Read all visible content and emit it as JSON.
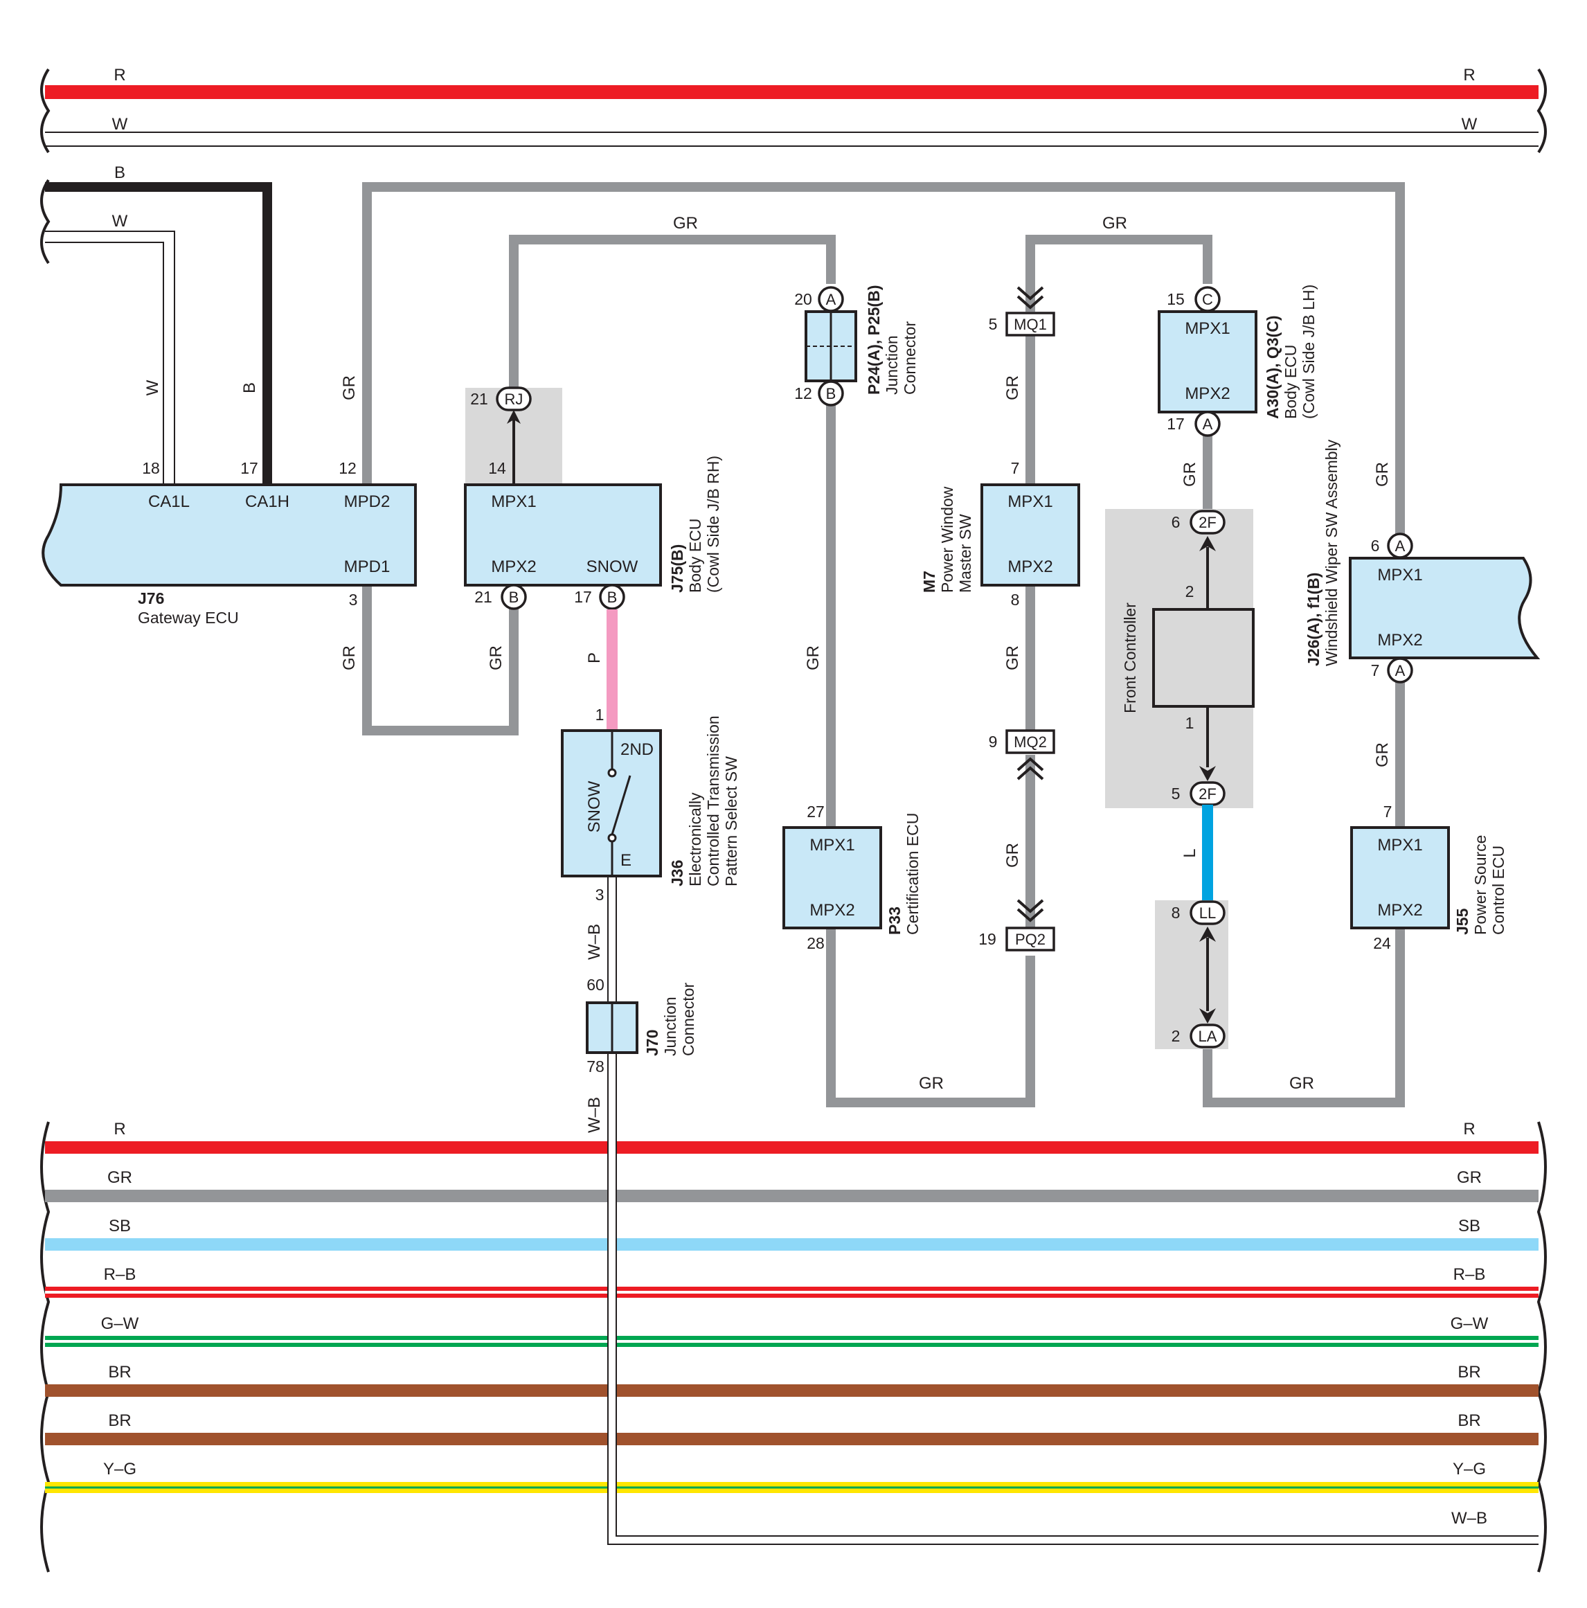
{
  "colors": {
    "R": "#ed1c24",
    "W": "#ffffff",
    "B": "#231f20",
    "GR": "#939598",
    "P": "#f49ac1",
    "L": "#00a3e0",
    "SB": "#8ed8f8",
    "R-B_red": "#ed1c24",
    "G-W_green": "#00a651",
    "BR": "#a0522d",
    "Y-G_yellow": "#ffe600",
    "ecu_fill": "#c9e8f7",
    "shade": "#d9d9d9"
  },
  "wires": {
    "top_R": "R",
    "top_W": "W",
    "branch_B": "B",
    "branch_W": "W",
    "gr_labels": [
      "GR",
      "GR",
      "GR",
      "GR",
      "GR",
      "GR",
      "GR",
      "GR",
      "GR",
      "GR",
      "GR",
      "GR",
      "GR",
      "GR"
    ],
    "vert_W": "W",
    "vert_B": "B",
    "P": "P",
    "L": "L",
    "WB1": "W–B",
    "WB2": "W–B"
  },
  "bus": {
    "R": "R",
    "GR": "GR",
    "SB": "SB",
    "RB": "R–B",
    "GW": "G–W",
    "BR1": "BR",
    "BR2": "BR",
    "YG": "Y–G",
    "WB": "W–B"
  },
  "gateway": {
    "code": "J76",
    "name": "Gateway ECU",
    "terminals": [
      "CA1L",
      "CA1H",
      "MPD2",
      "MPD1"
    ],
    "pins": [
      "18",
      "17",
      "12",
      "3"
    ]
  },
  "body_ecu_rh": {
    "code": "J75(B)",
    "name1": "Body ECU",
    "name2": "(Cowl Side J/B RH)",
    "terminals": [
      "MPX1",
      "MPX2",
      "SNOW"
    ],
    "pins": [
      "21",
      "14",
      "21",
      "17"
    ],
    "conn": [
      "RJ",
      "B",
      "B"
    ]
  },
  "junction_p24": {
    "code": "P24(A), P25(B)",
    "name1": "Junction",
    "name2": "Connector",
    "pins": [
      "20",
      "12"
    ],
    "conn": [
      "A",
      "B"
    ]
  },
  "select_sw": {
    "code": "J36",
    "name1": "Electronically",
    "name2": "Controlled Transmission",
    "name3": "Pattern Select SW",
    "terminals": [
      "2ND",
      "SNOW",
      "E"
    ],
    "pins": [
      "1",
      "3"
    ]
  },
  "junction_j70": {
    "code": "J70",
    "name1": "Junction",
    "name2": "Connector",
    "pins": [
      "60",
      "78"
    ]
  },
  "certification": {
    "code": "P33",
    "name": "Certification ECU",
    "terminals": [
      "MPX1",
      "MPX2"
    ],
    "pins": [
      "27",
      "28"
    ]
  },
  "window_sw": {
    "code": "M7",
    "name1": "Power Window",
    "name2": "Master SW",
    "terminals": [
      "MPX1",
      "MPX2"
    ],
    "pins": [
      "7",
      "8"
    ]
  },
  "inline": {
    "mq1": "MQ1",
    "mq1_pin": "5",
    "mq2": "MQ2",
    "mq2_pin": "9",
    "pq2": "PQ2",
    "pq2_pin": "19"
  },
  "body_ecu_lh": {
    "code": "A30(A), Q3(C)",
    "name1": "Body ECU",
    "name2": "(Cowl Side J/B LH)",
    "terminals": [
      "MPX1",
      "MPX2"
    ],
    "pins": [
      "15",
      "17"
    ],
    "conn": [
      "C",
      "A"
    ]
  },
  "front_controller": {
    "name": "Front Controller",
    "pins": [
      "6",
      "2",
      "1",
      "5"
    ],
    "conn": [
      "2F",
      "2F"
    ]
  },
  "ll_la": {
    "pins": [
      "8",
      "2"
    ],
    "conn": [
      "LL",
      "LA"
    ]
  },
  "wiper": {
    "code": "J26(A), f1(B)",
    "name": "Windshield Wiper SW Assembly",
    "terminals": [
      "MPX1",
      "MPX2"
    ],
    "pins": [
      "6",
      "7"
    ],
    "conn": [
      "A",
      "A"
    ]
  },
  "power_source": {
    "code": "J55",
    "name1": "Power Source",
    "name2": "Control ECU",
    "terminals": [
      "MPX1",
      "MPX2"
    ],
    "pins": [
      "7",
      "24"
    ]
  }
}
